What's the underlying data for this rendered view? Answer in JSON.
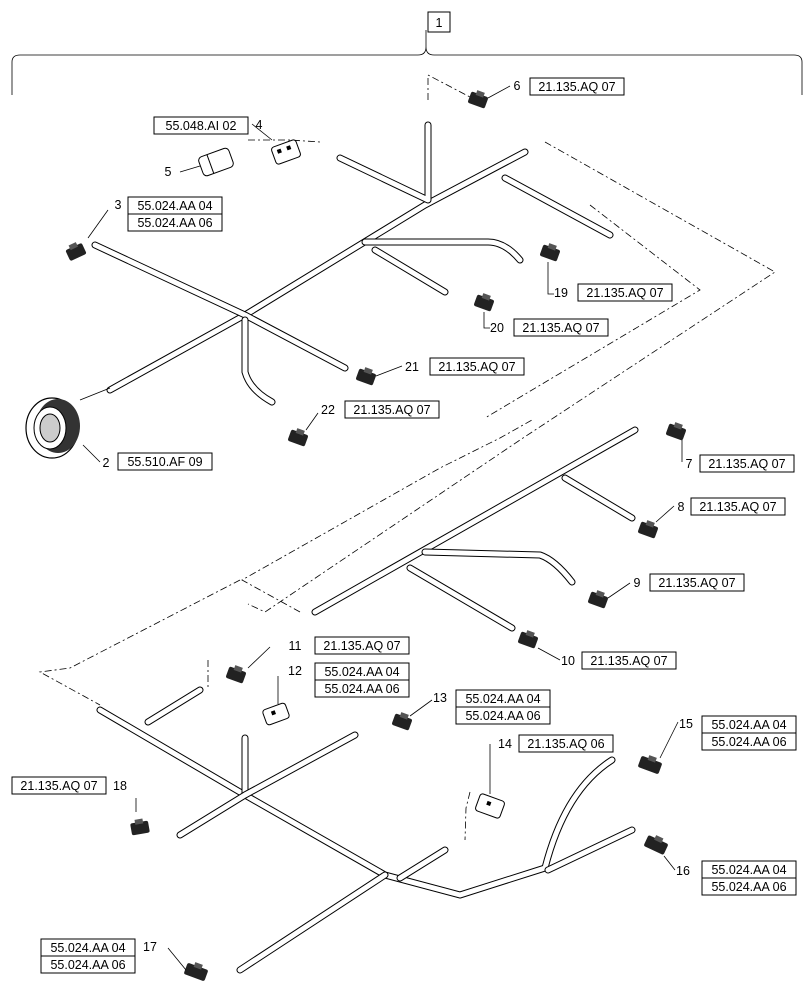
{
  "assembly": {
    "item": "1"
  },
  "callouts": [
    {
      "id": "c1",
      "item": "2",
      "refs": [
        "55.510.AF 09"
      ]
    },
    {
      "id": "c2",
      "item": "3",
      "refs": [
        "55.024.AA 04",
        "55.024.AA 06"
      ]
    },
    {
      "id": "c3",
      "item": "4",
      "refs": [
        "55.048.AI 02"
      ]
    },
    {
      "id": "c4",
      "item": "5",
      "refs": []
    },
    {
      "id": "c5",
      "item": "6",
      "refs": [
        "21.135.AQ 07"
      ]
    },
    {
      "id": "c6",
      "item": "7",
      "refs": [
        "21.135.AQ 07"
      ]
    },
    {
      "id": "c7",
      "item": "8",
      "refs": [
        "21.135.AQ 07"
      ]
    },
    {
      "id": "c8",
      "item": "9",
      "refs": [
        "21.135.AQ 07"
      ]
    },
    {
      "id": "c9",
      "item": "10",
      "refs": [
        "21.135.AQ 07"
      ]
    },
    {
      "id": "c10",
      "item": "11",
      "refs": [
        "21.135.AQ 07"
      ]
    },
    {
      "id": "c11",
      "item": "12",
      "refs": [
        "55.024.AA 04",
        "55.024.AA 06"
      ]
    },
    {
      "id": "c12",
      "item": "13",
      "refs": [
        "55.024.AA 04",
        "55.024.AA 06"
      ]
    },
    {
      "id": "c13",
      "item": "14",
      "refs": [
        "21.135.AQ 06"
      ]
    },
    {
      "id": "c14",
      "item": "15",
      "refs": [
        "55.024.AA 04",
        "55.024.AA 06"
      ]
    },
    {
      "id": "c15",
      "item": "16",
      "refs": [
        "55.024.AA 04",
        "55.024.AA 06"
      ]
    },
    {
      "id": "c16",
      "item": "17",
      "refs": [
        "55.024.AA 04",
        "55.024.AA 06"
      ]
    },
    {
      "id": "c17",
      "item": "18",
      "refs": [
        "21.135.AQ 07"
      ]
    },
    {
      "id": "c18",
      "item": "19",
      "refs": [
        "21.135.AQ 07"
      ]
    },
    {
      "id": "c19",
      "item": "20",
      "refs": [
        "21.135.AQ 07"
      ]
    },
    {
      "id": "c20",
      "item": "21",
      "refs": [
        "21.135.AQ 07"
      ]
    },
    {
      "id": "c21",
      "item": "22",
      "refs": [
        "21.135.AQ 07"
      ]
    }
  ]
}
